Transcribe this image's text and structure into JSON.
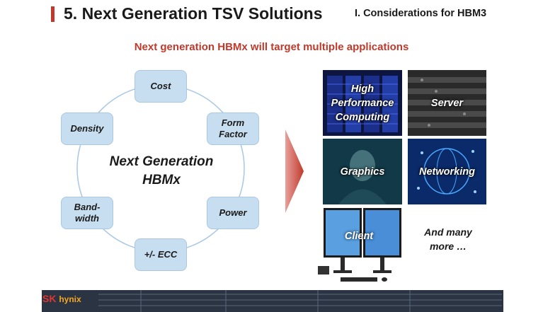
{
  "header": {
    "title": "5. Next Generation TSV Solutions",
    "section": "I. Considerations for HBM3"
  },
  "subtitle": "Next generation HBMx will target multiple applications",
  "diagram": {
    "center_line1": "Next Generation",
    "center_line2": "HBMx",
    "nodes": {
      "cost": "Cost",
      "form_factor_1": "Form",
      "form_factor_2": "Factor",
      "power": "Power",
      "ecc": "+/- ECC",
      "bandwidth_1": "Band-",
      "bandwidth_2": "width",
      "density": "Density"
    }
  },
  "applications": {
    "hpc_1": "High",
    "hpc_2": "Performance",
    "hpc_3": "Computing",
    "server": "Server",
    "graphics": "Graphics",
    "networking": "Networking",
    "client": "Client",
    "more_1": "And many",
    "more_2": "more …"
  },
  "footer": {
    "logo_sk": "SK",
    "logo_hynix": "hynix"
  },
  "colors": {
    "accent_red": "#c0392b",
    "node_fill": "#c7def0",
    "ring": "#a9c8e3"
  }
}
